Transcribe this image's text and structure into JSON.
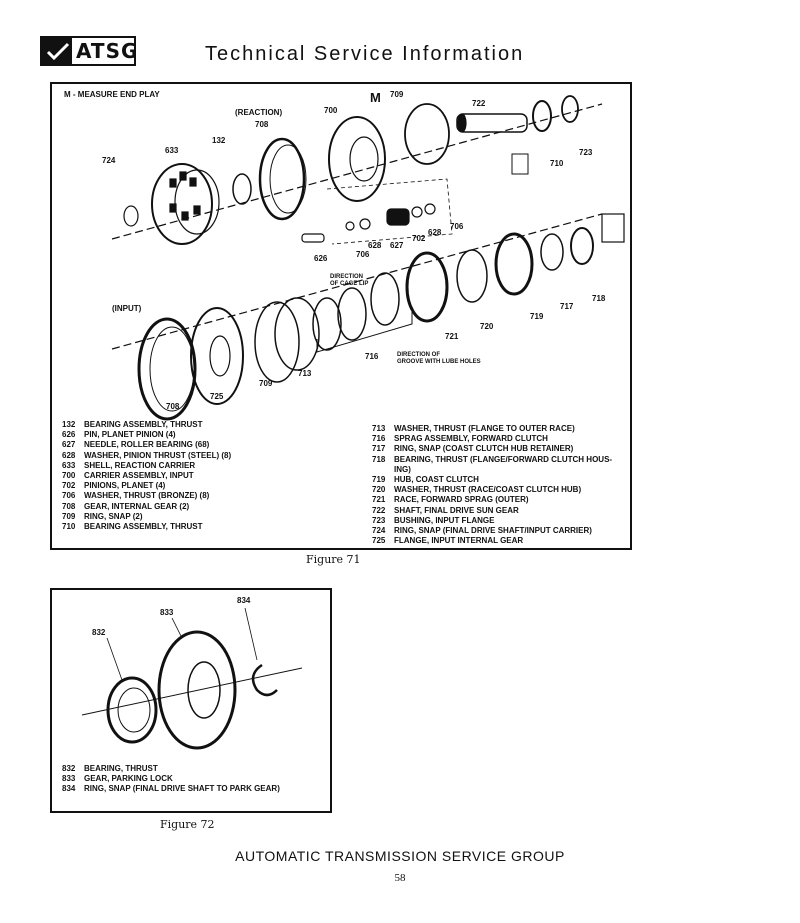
{
  "header": {
    "logo_text": "ATSG",
    "title": "Technical Service Information"
  },
  "figure71": {
    "note": "M - MEASURE END PLAY",
    "callout_m": "M",
    "part_labels": {
      "reaction": "(REACTION)",
      "input": "(INPUT)",
      "cage_lip": "DIRECTION\nOF CAGE LIP",
      "lube_holes": "DIRECTION OF\nGROOVE WITH LUBE HOLES"
    },
    "callouts": [
      "724",
      "633",
      "132",
      "708",
      "700",
      "709",
      "722",
      "710",
      "723",
      "706",
      "628",
      "702",
      "627",
      "628",
      "706",
      "626",
      "718",
      "717",
      "719",
      "720",
      "721",
      "716",
      "713",
      "709",
      "725",
      "708"
    ],
    "legend_left": [
      {
        "num": "132",
        "text": "BEARING ASSEMBLY, THRUST"
      },
      {
        "num": "626",
        "text": "PIN, PLANET PINION (4)"
      },
      {
        "num": "627",
        "text": "NEEDLE, ROLLER BEARING (68)"
      },
      {
        "num": "628",
        "text": "WASHER, PINION THRUST (STEEL) (8)"
      },
      {
        "num": "633",
        "text": "SHELL, REACTION CARRIER"
      },
      {
        "num": "700",
        "text": "CARRIER ASSEMBLY, INPUT"
      },
      {
        "num": "702",
        "text": "PINIONS, PLANET (4)"
      },
      {
        "num": "706",
        "text": "WASHER, THRUST (BRONZE) (8)"
      },
      {
        "num": "708",
        "text": "GEAR, INTERNAL GEAR (2)"
      },
      {
        "num": "709",
        "text": "RING, SNAP (2)"
      },
      {
        "num": "710",
        "text": "BEARING ASSEMBLY, THRUST"
      }
    ],
    "legend_right": [
      {
        "num": "713",
        "text": "WASHER, THRUST (FLANGE TO OUTER RACE)"
      },
      {
        "num": "716",
        "text": "SPRAG ASSEMBLY, FORWARD CLUTCH"
      },
      {
        "num": "717",
        "text": "RING, SNAP (COAST CLUTCH HUB RETAINER)"
      },
      {
        "num": "718",
        "text": "BEARING, THRUST (FLANGE/FORWARD CLUTCH HOUS-ING)"
      },
      {
        "num": "719",
        "text": "HUB, COAST CLUTCH"
      },
      {
        "num": "720",
        "text": "WASHER, THRUST (RACE/COAST CLUTCH HUB)"
      },
      {
        "num": "721",
        "text": "RACE, FORWARD SPRAG (OUTER)"
      },
      {
        "num": "722",
        "text": "SHAFT, FINAL DRIVE SUN GEAR"
      },
      {
        "num": "723",
        "text": "BUSHING, INPUT FLANGE"
      },
      {
        "num": "724",
        "text": "RING, SNAP (FINAL DRIVE SHAFT/INPUT CARRIER)"
      },
      {
        "num": "725",
        "text": "FLANGE, INPUT INTERNAL GEAR"
      }
    ],
    "caption": "Figure 71"
  },
  "figure72": {
    "callouts": [
      "833",
      "834",
      "832"
    ],
    "legend": [
      {
        "num": "832",
        "text": "BEARING, THRUST"
      },
      {
        "num": "833",
        "text": "GEAR, PARKING LOCK"
      },
      {
        "num": "834",
        "text": "RING, SNAP (FINAL DRIVE SHAFT TO PARK GEAR)"
      }
    ],
    "caption": "Figure 72"
  },
  "footer": {
    "org": "AUTOMATIC TRANSMISSION SERVICE GROUP",
    "page": "58"
  }
}
